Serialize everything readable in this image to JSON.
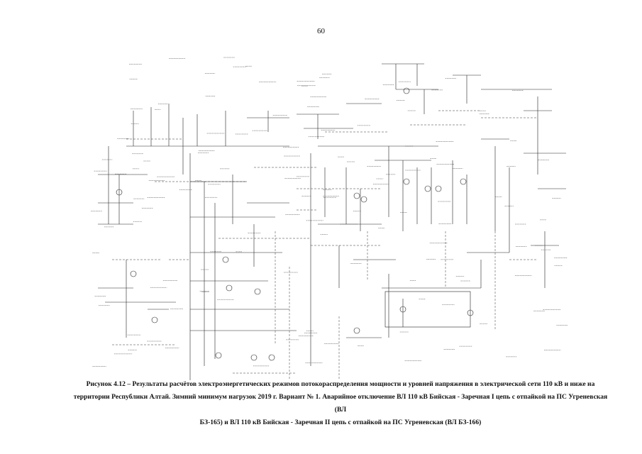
{
  "page": {
    "number": "60"
  },
  "caption": {
    "line1": "Рисунок 4.12 – Результаты расчётов электроэнергетических режимов потокораспределения мощности и уровней напряжения в электрической сети 110 кВ и ниже на",
    "line2": "территории Республики Алтай. Зимний минимум нагрузок 2019 г. Вариант № 1. Аварийное отключение ВЛ 110 кВ Бийская - Заречная I цепь с отпайкой на ПС Угреневская (ВЛ",
    "line3": "БЗ-165) и ВЛ 110 кВ Бийская - Заречная II цепь  с отпайкой на ПС Угреневская (ВЛ БЗ-166)"
  },
  "colors": {
    "line": "#222222",
    "text": "#111111",
    "background": "#ffffff"
  }
}
